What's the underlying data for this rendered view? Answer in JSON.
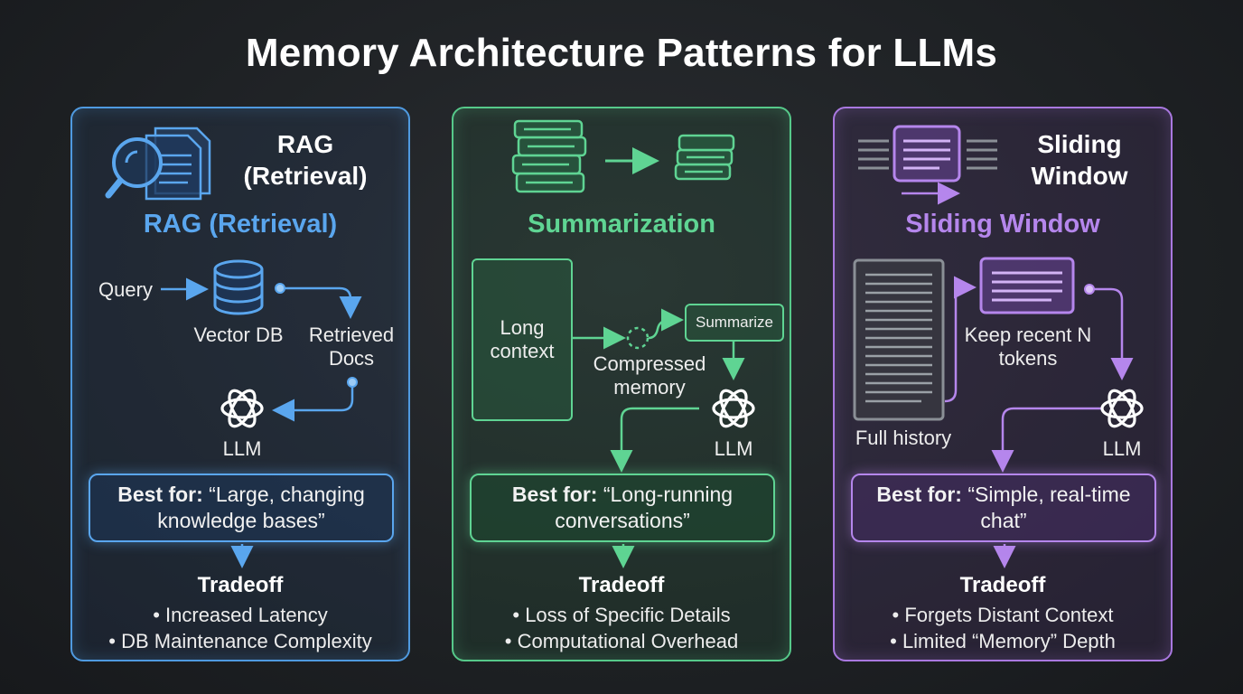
{
  "title": "Memory Architecture Patterns for LLMs",
  "colors": {
    "rag": "#4f9ae0",
    "summarization": "#56c98a",
    "sliding_window": "#a978e0"
  },
  "panels": {
    "rag": {
      "header": "RAG (Retrieval)",
      "subtitle": "RAG (Retrieval)",
      "flow": {
        "query": "Query",
        "vector_db": "Vector DB",
        "retrieved_docs": "Retrieved Docs",
        "llm": "LLM"
      },
      "best_for_label": "Best for:",
      "best_for_text": "“Large, changing knowledge bases”",
      "tradeoff_title": "Tradeoff",
      "tradeoffs": [
        "Increased Latency",
        "DB Maintenance Complexity"
      ]
    },
    "summarization": {
      "subtitle": "Summarization",
      "flow": {
        "long_context": "Long context",
        "summarize": "Summarize",
        "compressed": "Compressed memory",
        "llm": "LLM"
      },
      "best_for_label": "Best for:",
      "best_for_text": "“Long-running conversations”",
      "tradeoff_title": "Tradeoff",
      "tradeoffs": [
        "Loss of Specific Details",
        "Computational Overhead"
      ]
    },
    "sliding_window": {
      "header": "Sliding Window",
      "subtitle": "Sliding Window",
      "flow": {
        "full_history": "Full history",
        "keep_recent": "Keep recent N tokens",
        "llm": "LLM"
      },
      "best_for_label": "Best for:",
      "best_for_text": "“Simple, real-time chat”",
      "tradeoff_title": "Tradeoff",
      "tradeoffs": [
        "Forgets Distant Context",
        "Limited “Memory” Depth"
      ]
    }
  }
}
